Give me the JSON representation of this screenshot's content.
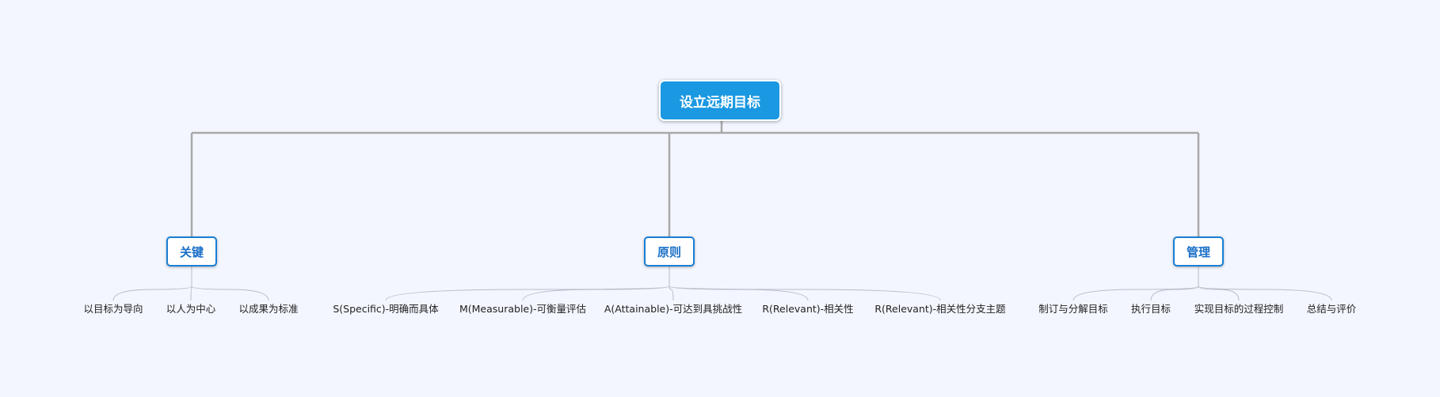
{
  "root": {
    "label": "设立远期目标"
  },
  "branches": [
    {
      "label": "关键",
      "children": [
        "以目标为导向",
        "以人为中心",
        "以成果为标准"
      ]
    },
    {
      "label": "原则",
      "children": [
        "S(Specific)-明确而具体",
        "M(Measurable)-可衡量评估",
        "A(Attainable)-可达到具挑战性",
        "R(Relevant)-相关性",
        "R(Relevant)-相关性分支主题"
      ]
    },
    {
      "label": "管理",
      "children": [
        "制订与分解目标",
        "执行目标",
        "实现目标的过程控制",
        "总结与评价"
      ]
    }
  ],
  "colors": {
    "background": "#f3f6fe",
    "root_fill": "#1a98e2",
    "branch_border": "#1a7fd4",
    "branch_text": "#1a6fc8",
    "main_connector": "#a9a9a9",
    "leaf_connector": "#b8bcc6"
  }
}
